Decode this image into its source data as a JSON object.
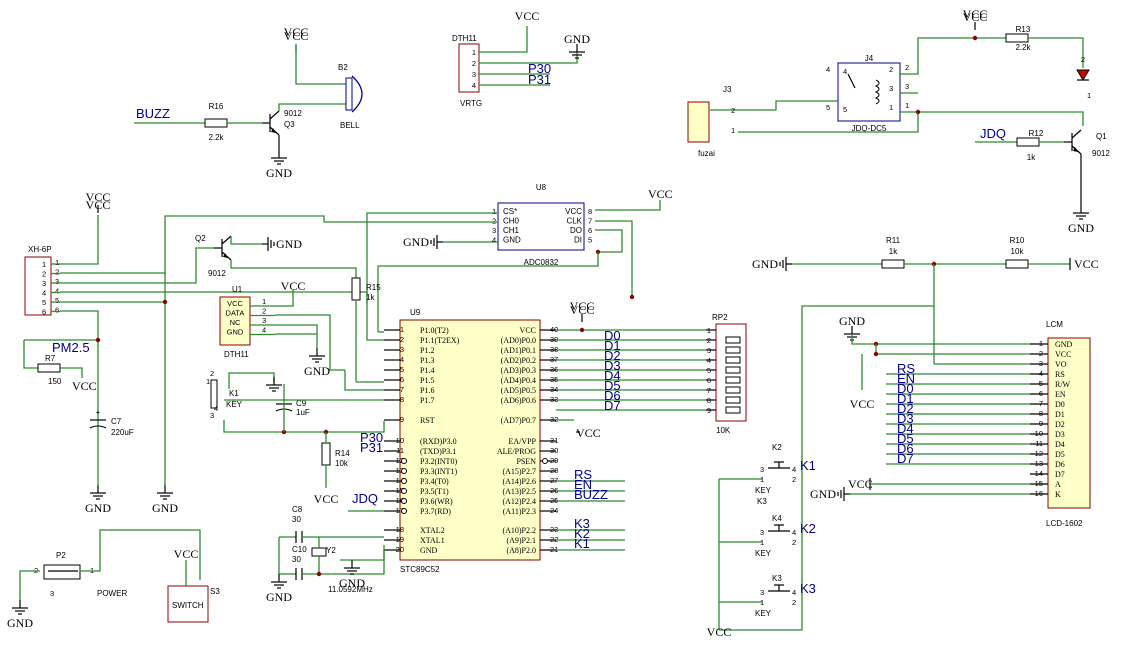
{
  "power": {
    "vcc": "VCC",
    "gnd": "GND"
  },
  "buzzer": {
    "net": "BUZZ",
    "r_ref": "R16",
    "r_val": "2.2k",
    "q_ref": "Q3",
    "q_val": "9012",
    "b_ref": "B2",
    "b_val": "BELL"
  },
  "dht": {
    "conn_ref": "DTH11",
    "conn_val": "VRTG",
    "pins": [
      "1",
      "2",
      "3",
      "4"
    ],
    "net1": "P30",
    "net2": "P31"
  },
  "relay": {
    "ref": "J4",
    "val": "JDQ-DC5",
    "j3_ref": "J3",
    "j3_val": "fuzai",
    "r13_ref": "R13",
    "r13_val": "2.2k",
    "r12_ref": "R12",
    "r12_val": "1k",
    "q_ref": "Q1",
    "q_val": "9012",
    "net": "JDQ"
  },
  "adc": {
    "ref": "U8",
    "val": "ADC0832",
    "pins_left": [
      "CS*",
      "CH0",
      "CH1",
      "GND"
    ],
    "pins_right": [
      "VCC",
      "CLK",
      "DO",
      "DI"
    ],
    "num_left": [
      "1",
      "2",
      "3",
      "4"
    ],
    "num_right": [
      "8",
      "7",
      "6",
      "5"
    ]
  },
  "xh6p": {
    "ref": "XH-6P",
    "pins": [
      "1",
      "2",
      "3",
      "4",
      "5",
      "6"
    ]
  },
  "q2": {
    "ref": "Q2",
    "val": "9012"
  },
  "u1": {
    "ref": "U1",
    "val": "DTH11",
    "pins": [
      "VCC",
      "DATA",
      "NC",
      "GND"
    ],
    "nums": [
      "1",
      "2",
      "3",
      "4"
    ]
  },
  "r15": {
    "ref": "R15",
    "val": "1k"
  },
  "pm": {
    "net": "PM2.5",
    "r_ref": "R7",
    "r_val": "150",
    "c_ref": "C7",
    "c_val": "220uF"
  },
  "key1": {
    "ref": "K1",
    "val": "KEY",
    "c_ref": "C9",
    "c_val": "1uF",
    "r_ref": "R14",
    "r_val": "10k"
  },
  "mcu": {
    "ref": "U9",
    "val": "STC89C52",
    "left_names": [
      "P1.0(T2)",
      "P1.1(T2EX)",
      "P1.2",
      "P1.3",
      "P1.4",
      "P1.5",
      "P1.6",
      "P1.7",
      "RST",
      "(RXD)P3.0",
      "(TXD)P3.1",
      "P3.2(INT0)",
      "P3.3(INT1)",
      "P3.4(T0)",
      "P3.5(T1)",
      "P3.6(WR)",
      "P3.7(RD)",
      "XTAL2",
      "XTAL1",
      "GND"
    ],
    "left_nums": [
      "1",
      "2",
      "3",
      "4",
      "5",
      "6",
      "7",
      "8",
      "9",
      "10",
      "11",
      "12",
      "13",
      "14",
      "15",
      "16",
      "17",
      "18",
      "19",
      "20"
    ],
    "right_names": [
      "VCC",
      "(AD0)P0.0",
      "(AD1)P0.1",
      "(AD2)P0.2",
      "(AD3)P0.3",
      "(AD4)P0.4",
      "(AD5)P0.5",
      "(AD6)P0.6",
      "(AD7)P0.7",
      "EA/VPP",
      "ALE/PROG",
      "PSEN",
      "(A15)P2.7",
      "(A14)P2.6",
      "(A13)P2.5",
      "(A12)P2.4",
      "(A11)P2.3",
      "(A10)P2.2",
      "(A9)P2.1",
      "(A8)P2.0"
    ],
    "right_nums": [
      "40",
      "39",
      "38",
      "37",
      "36",
      "35",
      "34",
      "33",
      "32",
      "31",
      "30",
      "29",
      "28",
      "27",
      "26",
      "25",
      "24",
      "23",
      "22",
      "21"
    ],
    "p0_nets": [
      "D0",
      "D1",
      "D2",
      "D3",
      "D4",
      "D5",
      "D6",
      "D7"
    ],
    "p2_nets": [
      "RS",
      "EN",
      "BUZZ",
      "K3",
      "K2",
      "K1"
    ],
    "p3_nets": [
      "P30",
      "P31",
      "JDQ"
    ]
  },
  "rp2": {
    "ref": "RP2",
    "val": "10K",
    "nums": [
      "1",
      "2",
      "3",
      "4",
      "5",
      "6",
      "7",
      "8",
      "9"
    ]
  },
  "crystal": {
    "c8_ref": "C8",
    "c8_val": "30",
    "c10_ref": "C10",
    "c10_val": "30",
    "y_ref": "Y2",
    "y_val": "11.0592MHz"
  },
  "power_conn": {
    "ref": "P2",
    "val": "POWER",
    "s_ref": "S3",
    "s_val": "SWITCH"
  },
  "lcd": {
    "ref": "LCM",
    "val": "LCD-1602",
    "pin_names": [
      "GND",
      "VCC",
      "VO",
      "RS",
      "R/W",
      "EN",
      "D0",
      "D1",
      "D2",
      "D3",
      "D4",
      "D5",
      "D6",
      "D7",
      "A",
      "K"
    ],
    "pin_nums": [
      "1",
      "2",
      "3",
      "4",
      "5",
      "6",
      "7",
      "8",
      "9",
      "10",
      "11",
      "12",
      "13",
      "14",
      "15",
      "16"
    ],
    "nets": [
      "RS",
      "EN",
      "D0",
      "D1",
      "D2",
      "D3",
      "D4",
      "D5",
      "D6",
      "D7"
    ],
    "r11_ref": "R11",
    "r11_val": "1k",
    "r10_ref": "R10",
    "r10_val": "10k"
  },
  "keys": [
    {
      "ref": "K2",
      "val": "KEY",
      "tag": "K1",
      "sub": "K3"
    },
    {
      "ref": "K4",
      "val": "KEY",
      "tag": "K2",
      "sub": ""
    },
    {
      "ref": "K3",
      "val": "KEY",
      "tag": "K3",
      "sub": ""
    }
  ]
}
